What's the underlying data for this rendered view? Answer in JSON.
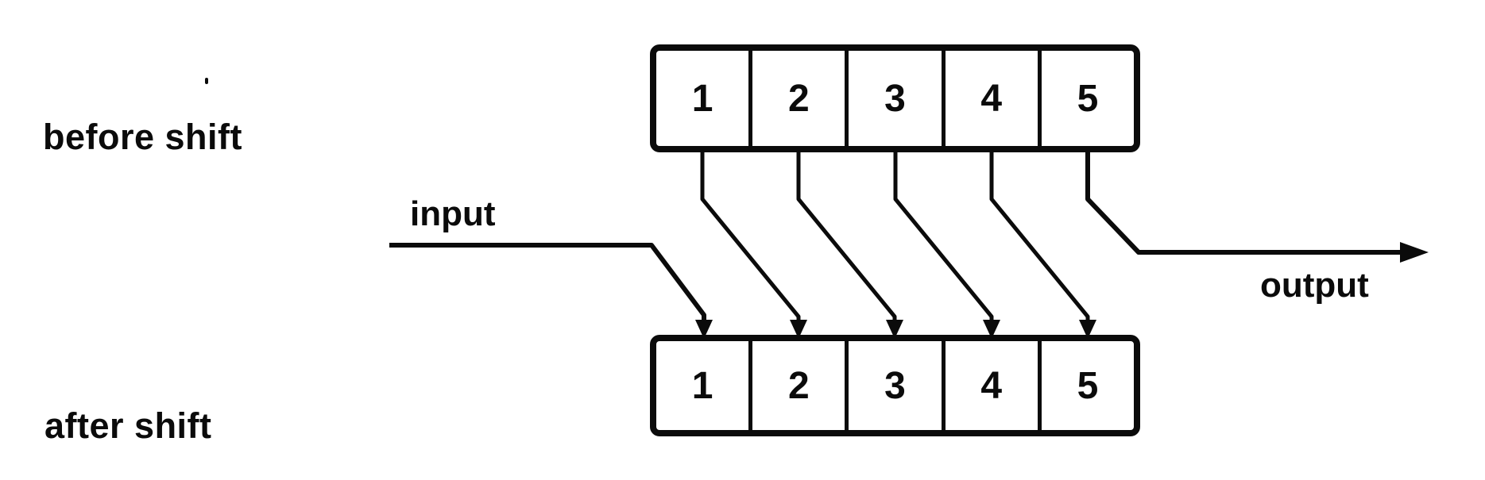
{
  "diagram_type": "shift-register",
  "colors": {
    "ink": "#0b0b0b",
    "paper": "#ffffff"
  },
  "labels": {
    "before_row": "before shift",
    "after_row": "after shift",
    "input": "input",
    "output": "output"
  },
  "registers": {
    "before": {
      "label": "before shift",
      "cells": [
        "1",
        "2",
        "3",
        "4",
        "5"
      ]
    },
    "after": {
      "label": "after shift",
      "cells": [
        "1",
        "2",
        "3",
        "4",
        "5"
      ]
    }
  },
  "arrows": [
    {
      "from": "input",
      "to": "after-cell-1"
    },
    {
      "from": "before-cell-1",
      "to": "after-cell-2"
    },
    {
      "from": "before-cell-2",
      "to": "after-cell-3"
    },
    {
      "from": "before-cell-3",
      "to": "after-cell-4"
    },
    {
      "from": "before-cell-4",
      "to": "after-cell-5"
    },
    {
      "from": "before-cell-5",
      "to": "output"
    }
  ]
}
